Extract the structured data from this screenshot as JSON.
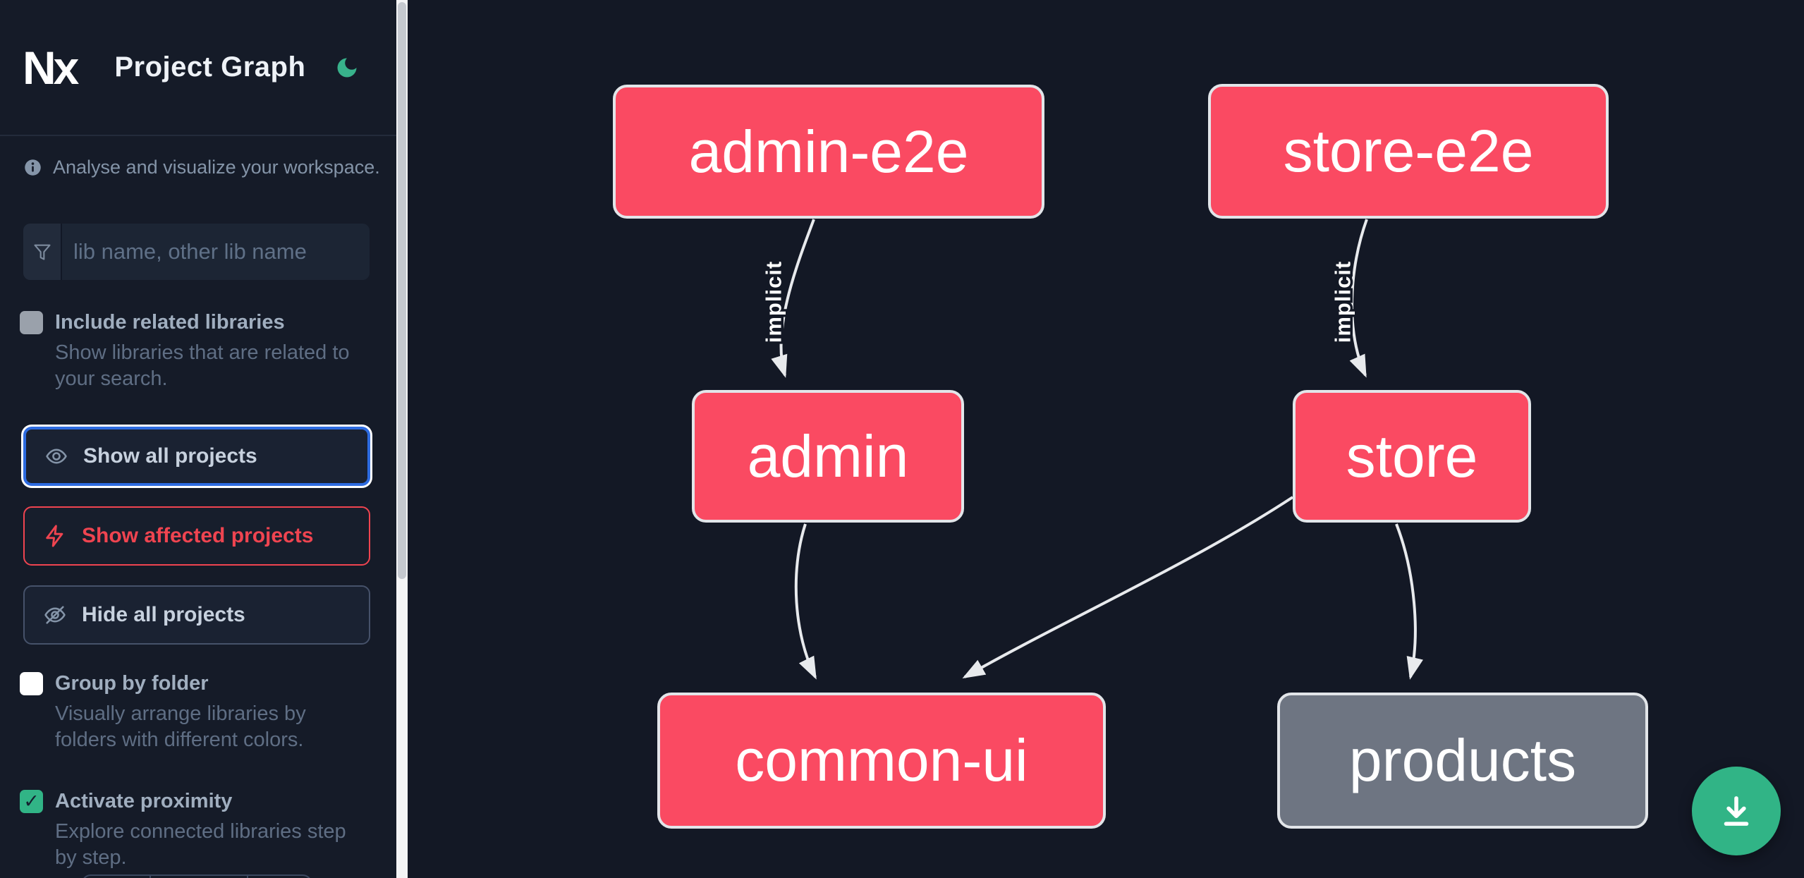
{
  "header": {
    "logo": "Nx",
    "title": "Project Graph",
    "theme_icon": "moon-icon"
  },
  "sidebar": {
    "tagline": "Analyse and visualize your workspace.",
    "search": {
      "placeholder": "lib name, other lib name",
      "value": "",
      "icon": "filter-icon"
    },
    "checkboxes": [
      {
        "label": "Include related libraries",
        "description": "Show libraries that are related to your search.",
        "checked": false,
        "disabled": true
      },
      {
        "label": "Group by folder",
        "description": "Visually arrange libraries by folders with different colors.",
        "checked": false,
        "disabled": false
      },
      {
        "label": "Activate proximity",
        "description": "Explore connected libraries step by step.",
        "checked": true,
        "check_glyph": "✓",
        "disabled": false
      }
    ],
    "buttons": [
      {
        "label": "Show all projects",
        "icon": "eye-icon",
        "state": "focused"
      },
      {
        "label": "Show affected projects",
        "icon": "bolt-icon",
        "state": "affected"
      },
      {
        "label": "Hide all projects",
        "icon": "eye-off-icon",
        "state": "default"
      }
    ]
  },
  "graph": {
    "nodes": [
      {
        "id": "admin-e2e",
        "label": "admin-e2e",
        "type": "affected"
      },
      {
        "id": "store-e2e",
        "label": "store-e2e",
        "type": "affected"
      },
      {
        "id": "admin",
        "label": "admin",
        "type": "affected"
      },
      {
        "id": "store",
        "label": "store",
        "type": "affected"
      },
      {
        "id": "common-ui",
        "label": "common-ui",
        "type": "affected"
      },
      {
        "id": "products",
        "label": "products",
        "type": "normal"
      }
    ],
    "edges": [
      {
        "from": "admin-e2e",
        "to": "admin",
        "label": "implicit"
      },
      {
        "from": "store-e2e",
        "to": "store",
        "label": "implicit"
      },
      {
        "from": "admin",
        "to": "common-ui",
        "label": ""
      },
      {
        "from": "store",
        "to": "common-ui",
        "label": ""
      },
      {
        "from": "store",
        "to": "products",
        "label": ""
      }
    ]
  },
  "fab": {
    "icon": "download-icon"
  },
  "colors": {
    "canvas_bg": "#131825",
    "sidebar_bg": "#151b28",
    "node_affected": "#fa4a62",
    "node_normal": "#6e7582",
    "node_border": "#e2e5e9",
    "edge": "#e8eaed",
    "accent_green": "#31b486",
    "accent_red": "#ef4450",
    "focus_blue": "#2d6be0"
  }
}
